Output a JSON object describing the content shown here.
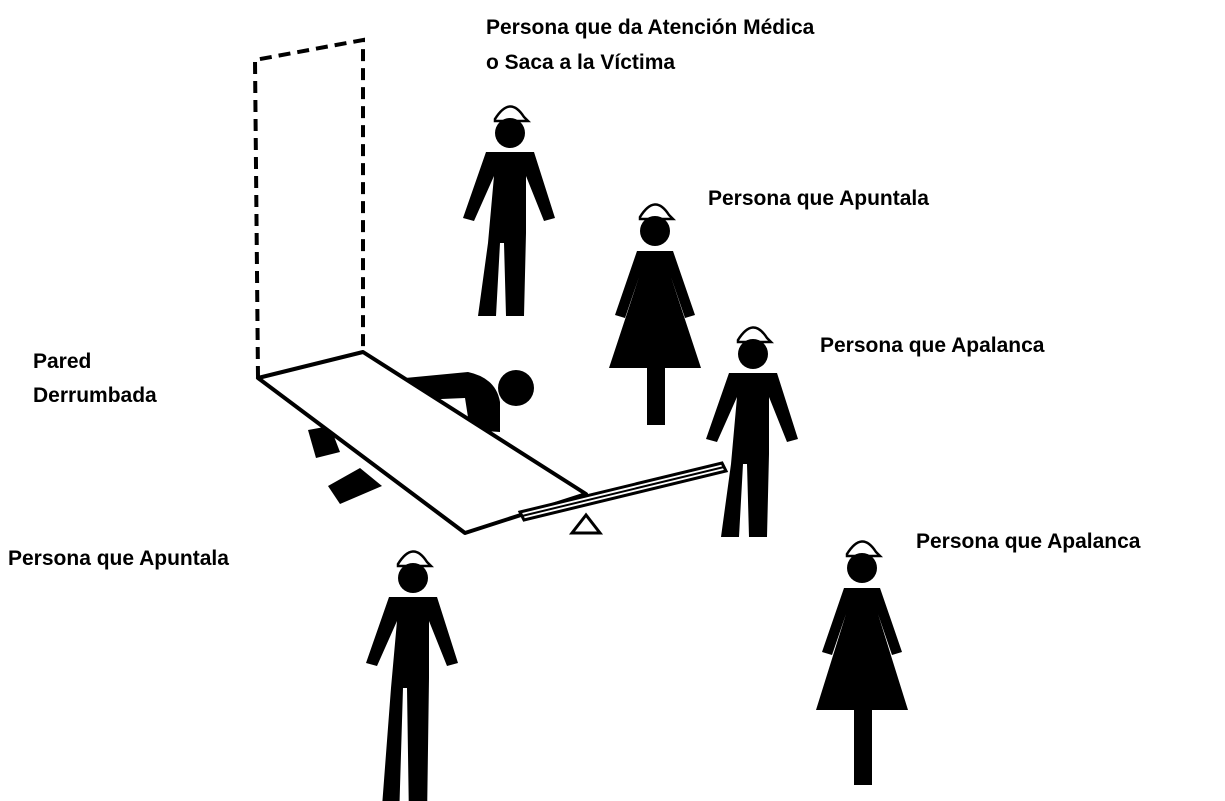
{
  "diagram": {
    "labels": {
      "medical": {
        "line1": "Persona que da Atención Médica",
        "line2": "o Saca a la Víctima"
      },
      "shore_top": "Persona que Apuntala",
      "lever_top": "Persona que Apalanca",
      "wall": {
        "line1": "Pared",
        "line2": "Derrumbada"
      },
      "shore_bottom": "Persona que Apuntala",
      "lever_bottom": "Persona que Apalanca"
    },
    "colors": {
      "ink": "#000000",
      "background": "#ffffff"
    }
  }
}
